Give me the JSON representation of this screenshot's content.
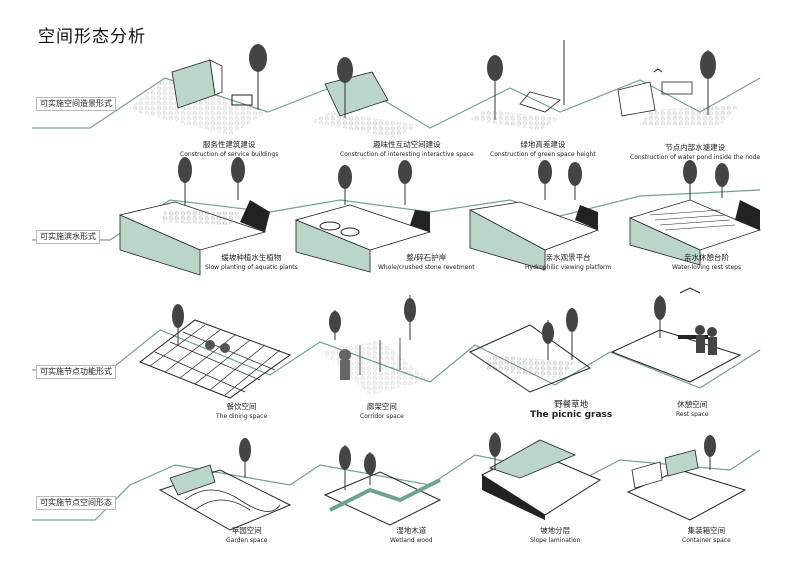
{
  "title": "空间形态分析",
  "rows": [
    {
      "label": "可实施空间造景形式"
    },
    {
      "label": "可实施滨水形式"
    },
    {
      "label": "可实施节点功能形式"
    },
    {
      "label": "可实施节点空间形态"
    }
  ],
  "captions": [
    {
      "zh": "服务性建筑建设",
      "en": "Construction of service buildings"
    },
    {
      "zh": "趣味性互动空间建设",
      "en": "Construction of interesting interactive space"
    },
    {
      "zh": "绿地高差建设",
      "en": "Construction of green space height"
    },
    {
      "zh": "节点内部水塘建设",
      "en": "Construction of water pond inside the node"
    },
    {
      "zh": "缓坡种植水生植物",
      "en": "Slow planting of aquatic plants"
    },
    {
      "zh": "整/碎石护岸",
      "en": "Whole/crushed stone revetment"
    },
    {
      "zh": "亲水观景平台",
      "en": "Hydrophilic viewing platform"
    },
    {
      "zh": "亲水休憩台阶",
      "en": "Water-loving rest steps"
    },
    {
      "zh": "餐饮空间",
      "en": "The dining space"
    },
    {
      "zh": "廊架空间",
      "en": "Corridor space"
    },
    {
      "zh": "野餐草地",
      "en": "The picnic grass"
    },
    {
      "zh": "休憩空间",
      "en": "Rest space"
    },
    {
      "zh": "苹园空间",
      "en": "Garden space"
    },
    {
      "zh": "湿地木道",
      "en": "Wetland wood"
    },
    {
      "zh": "坡地分层",
      "en": "Slope lamination"
    },
    {
      "zh": "集装箱空间",
      "en": "Container space"
    }
  ],
  "colors": {
    "accent": "#b9d6c8",
    "line": "#6fa391",
    "ink": "#222222"
  }
}
